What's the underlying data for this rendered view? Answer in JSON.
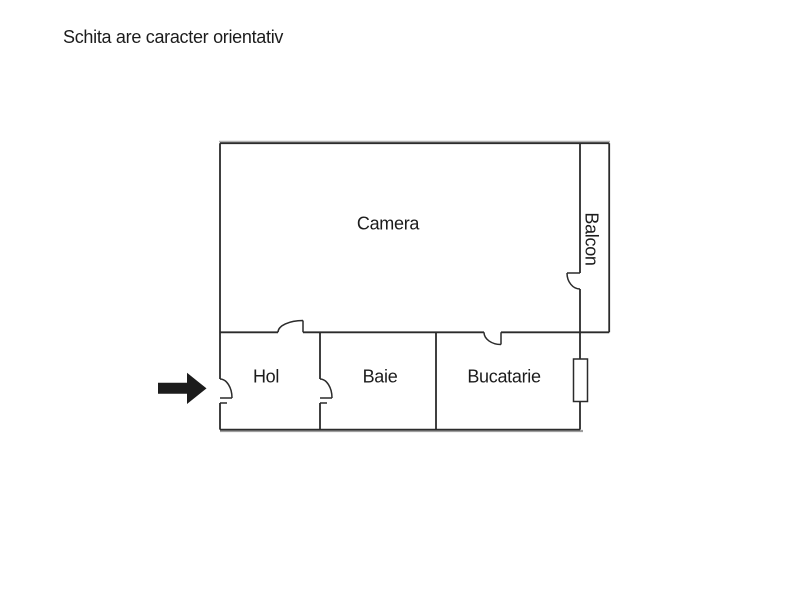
{
  "page": {
    "title": "Schita are caracter orientativ"
  },
  "floorplan": {
    "rooms": [
      {
        "id": "camera",
        "label": "Camera"
      },
      {
        "id": "balcon",
        "label": "Balcon"
      },
      {
        "id": "hol",
        "label": "Hol"
      },
      {
        "id": "baie",
        "label": "Baie"
      },
      {
        "id": "bucatarie",
        "label": "Bucatarie"
      }
    ],
    "features": {
      "entrance_arrow_icon": "arrow-right-icon",
      "doors_count": 5,
      "windows_count": 1
    },
    "colors": {
      "wall": "#2b2b2b",
      "text": "#1c1c1c",
      "background": "#ffffff",
      "shadow": "#9e9e9e"
    }
  }
}
